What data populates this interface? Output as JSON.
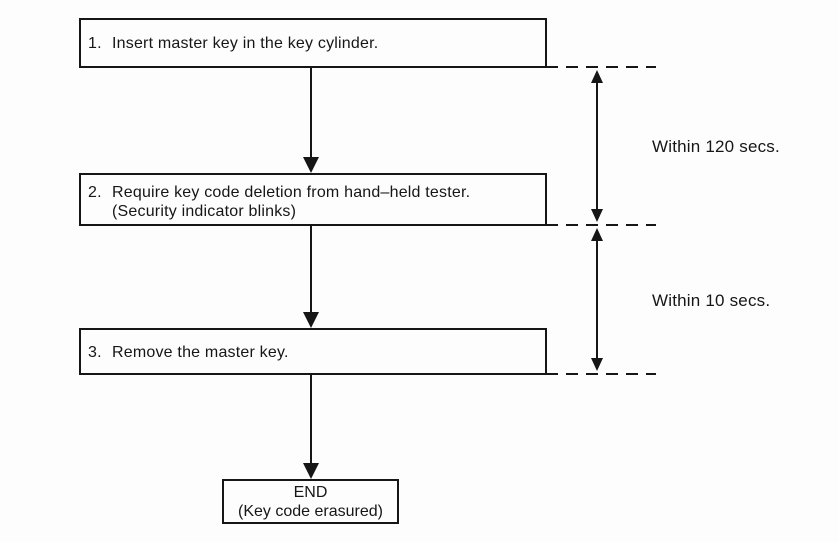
{
  "diagram": {
    "colors": {
      "ink": "#161616",
      "background": "#fdfdfd"
    },
    "steps": [
      {
        "num": "1.",
        "text": "Insert master key in the key cylinder."
      },
      {
        "num": "2.",
        "text": "Require key code deletion from hand–held tester.",
        "note": "(Security indicator blinks)"
      },
      {
        "num": "3.",
        "text": "Remove the master key."
      }
    ],
    "end_box": {
      "title": "END",
      "subtitle": "(Key code erasured)"
    },
    "timers": [
      {
        "label": "Within 120 secs."
      },
      {
        "label": "Within 10 secs."
      }
    ]
  }
}
